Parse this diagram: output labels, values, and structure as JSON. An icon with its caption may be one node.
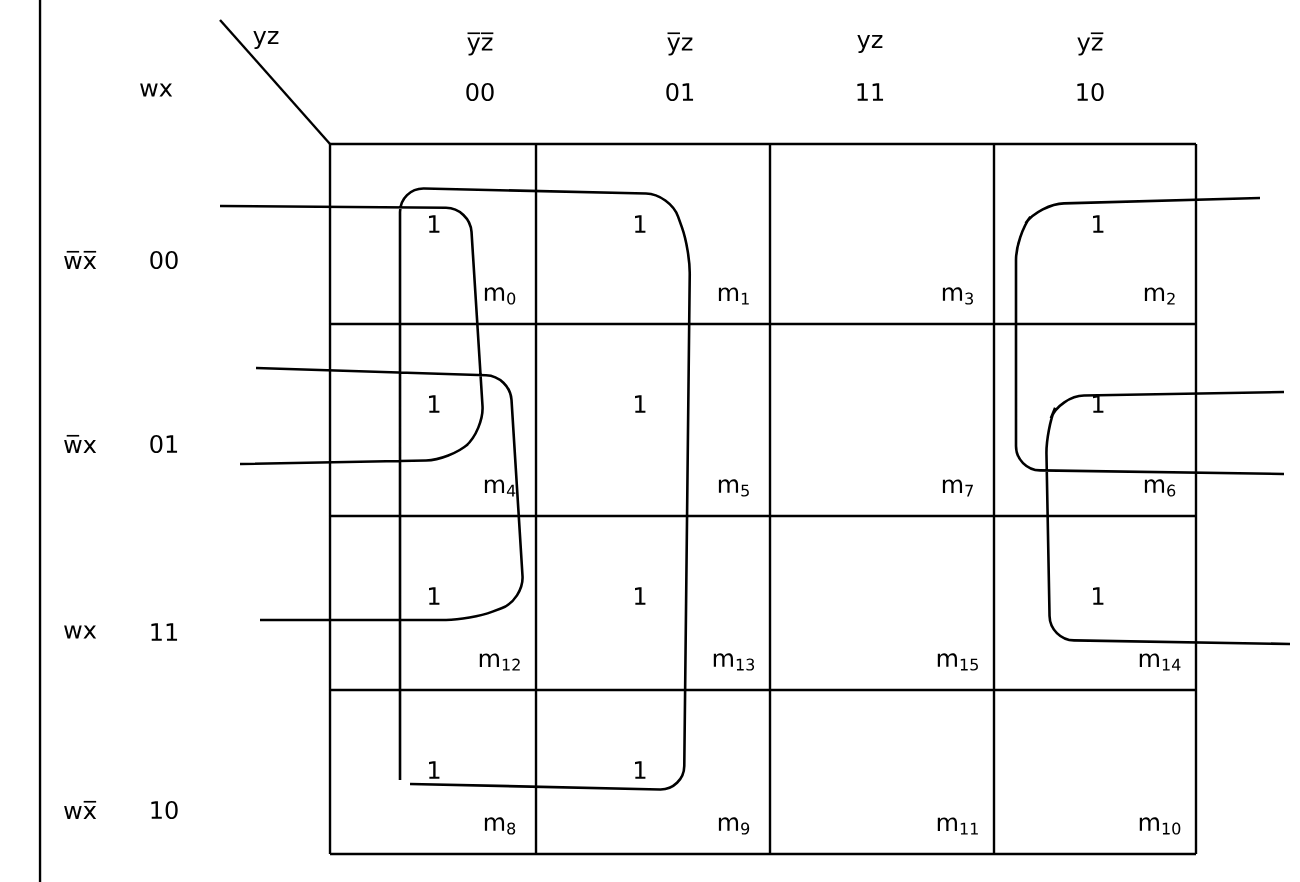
{
  "diagram": {
    "labels": [
      "yz",
      "wx",
      "y̅z̅",
      "00",
      "y̅z",
      "01",
      "yz",
      "11",
      "yz̅",
      "10",
      "w̅x̅",
      "00",
      "1",
      "m$_{0}$",
      "1",
      "m$_{1}$",
      "m$_{3}$",
      "1",
      "m$_{2}$",
      "w̅x",
      "01",
      "1",
      "m$_{4}$",
      "1",
      "m$_{5}$",
      "m$_{7}$",
      "1",
      "m$_{6}$",
      "wx",
      "11",
      "1",
      "m$_{12}$",
      "1",
      "m$_{13}$",
      "m$_{15}$",
      "1",
      "m$_{14}$",
      "wx̅",
      "10",
      "1",
      "m$_{8}$",
      "1",
      "m$_{9}$",
      "m$_{11}$",
      "m$_{10}$"
    ]
  }
}
